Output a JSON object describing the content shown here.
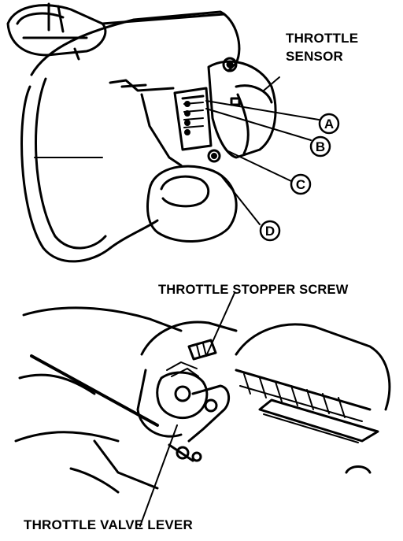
{
  "top_figure": {
    "sensor_label_line1": "THROTTLE",
    "sensor_label_line2": "SENSOR",
    "callouts": [
      "A",
      "B",
      "C",
      "D"
    ]
  },
  "bottom_figure": {
    "stopper_screw_label": "THROTTLE STOPPER SCREW",
    "valve_lever_label": "THROTTLE VALVE LEVER"
  }
}
